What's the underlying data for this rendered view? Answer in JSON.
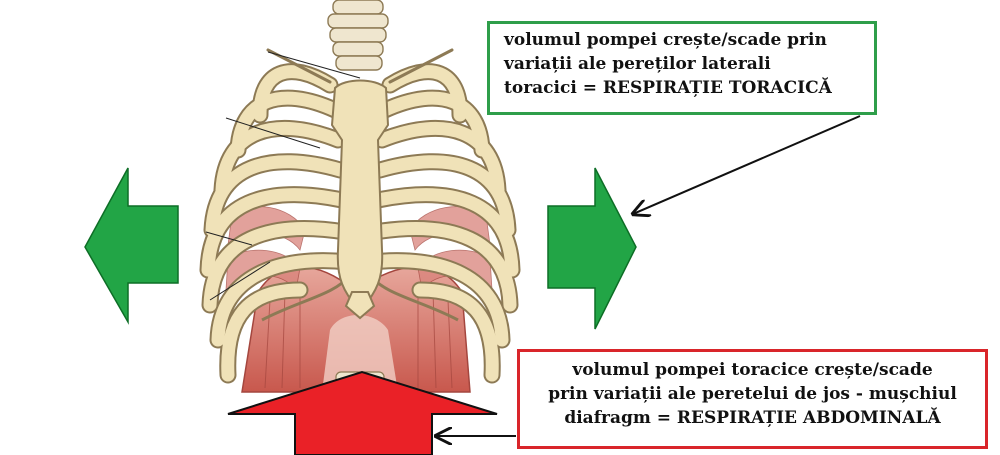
{
  "colors": {
    "green_arrow": "#22a546",
    "red_arrow": "#ea2127",
    "green_border": "#2e9e4a",
    "red_border": "#d9252a",
    "bone": "#f0e2b8",
    "bone_outline": "#8d7a55",
    "muscle": "#c8584d",
    "muscle_light": "#e7a79c"
  },
  "callouts": {
    "thoracic": {
      "lines": [
        "volumul pompei crește/scade prin",
        "variații ale pereților laterali",
        "toracici = RESPIRAȚIE TORACICĂ"
      ]
    },
    "abdominal": {
      "lines": [
        "volumul pompei toracice crește/scade",
        "prin variații ale peretelui de jos - mușchiul",
        "diafragm = RESPIRAȚIE ABDOMINALĂ"
      ]
    }
  },
  "figure": {
    "subject": "rib-cage-illustration",
    "arrows": [
      "left-green-arrow",
      "right-green-arrow",
      "up-red-arrow"
    ],
    "pointers": [
      "pointer-to-right-arrow",
      "pointer-to-red-arrow"
    ]
  }
}
